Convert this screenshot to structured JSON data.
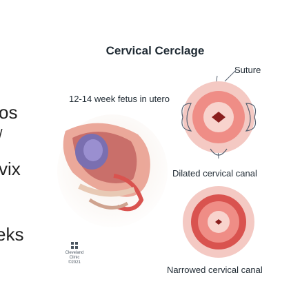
{
  "title": "Cervical Cerclage",
  "labels": {
    "fetus": "12-14 week fetus in utero",
    "suture": "Suture",
    "dilated": "Dilated cervical canal",
    "narrowed": "Narrowed cervical canal"
  },
  "left_fragments": [
    "os",
    "/",
    "vix",
    "eks"
  ],
  "logo": {
    "name_line1": "Cleveland",
    "name_line2": "Clinic",
    "copyright": "©2021"
  },
  "colors": {
    "title_text": "#1f2a33",
    "tissue_pink": "#f0a9a5",
    "tissue_red": "#d9534f",
    "uterus_fill": "#e89a8a",
    "fetus_purple": "#7a6fb0",
    "suture_line": "#556070"
  }
}
